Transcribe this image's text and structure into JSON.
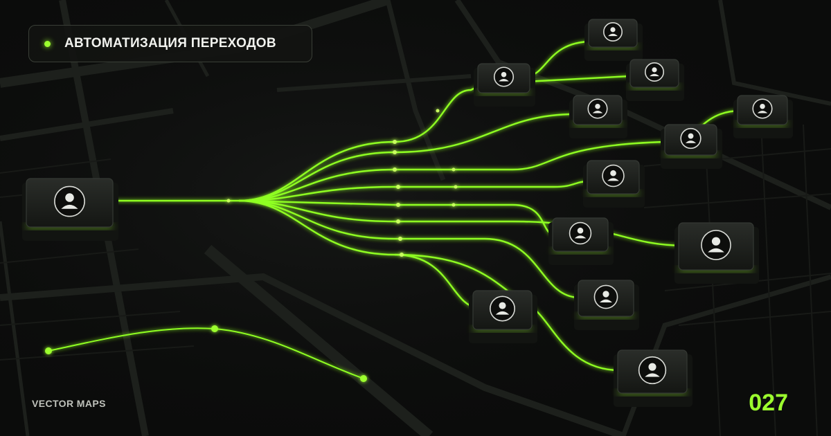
{
  "header": {
    "title": "АВТОМАТИЗАЦИЯ ПЕРЕХОДОВ"
  },
  "footer": {
    "brand": "VECTOR MAPS",
    "number": "027"
  },
  "colors": {
    "accent": "#9cff2e",
    "background": "#0b0c0b",
    "card": "#1c1e1b"
  },
  "icons": {
    "node": "user-icon"
  }
}
